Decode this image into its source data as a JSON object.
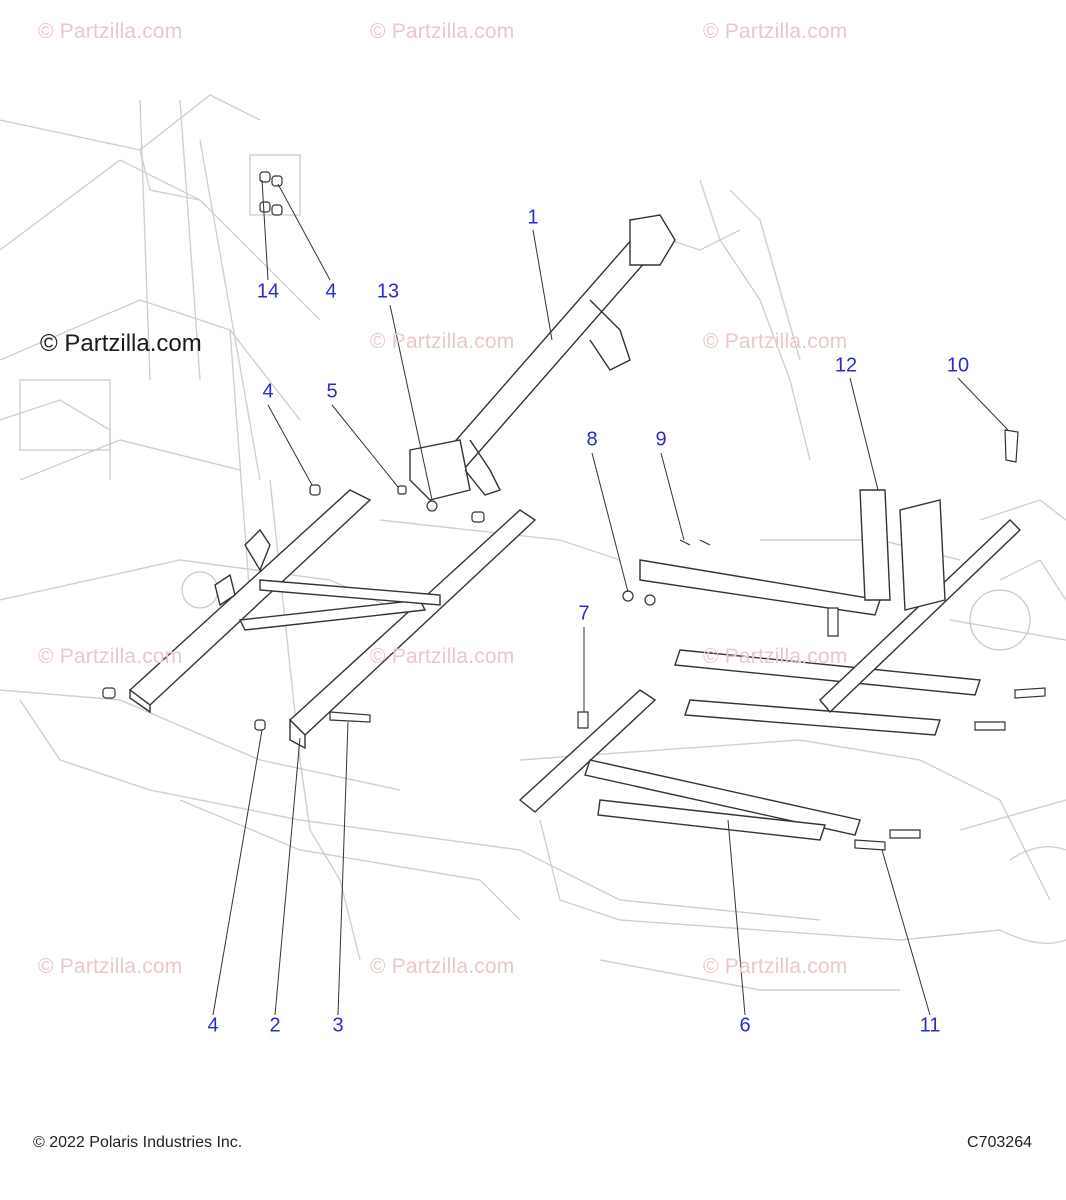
{
  "watermark": {
    "text": "© Partzilla.com",
    "primary": "© Partzilla.com",
    "color": "#e9c9c9"
  },
  "callouts": [
    {
      "id": "c1",
      "label": "1"
    },
    {
      "id": "c2",
      "label": "2"
    },
    {
      "id": "c3",
      "label": "3"
    },
    {
      "id": "c4a",
      "label": "4"
    },
    {
      "id": "c4b",
      "label": "4"
    },
    {
      "id": "c4c",
      "label": "4"
    },
    {
      "id": "c5",
      "label": "5"
    },
    {
      "id": "c6",
      "label": "6"
    },
    {
      "id": "c7",
      "label": "7"
    },
    {
      "id": "c8",
      "label": "8"
    },
    {
      "id": "c9",
      "label": "9"
    },
    {
      "id": "c10",
      "label": "10"
    },
    {
      "id": "c11",
      "label": "11"
    },
    {
      "id": "c12",
      "label": "12"
    },
    {
      "id": "c13",
      "label": "13"
    },
    {
      "id": "c14",
      "label": "14"
    }
  ],
  "footer": {
    "copyright": "© 2022 Polaris Industries Inc.",
    "code": "C703264"
  },
  "colors": {
    "callout": "#2b2bd6",
    "part_line": "#3a3a3a",
    "frame_line": "#c9c9c9"
  }
}
